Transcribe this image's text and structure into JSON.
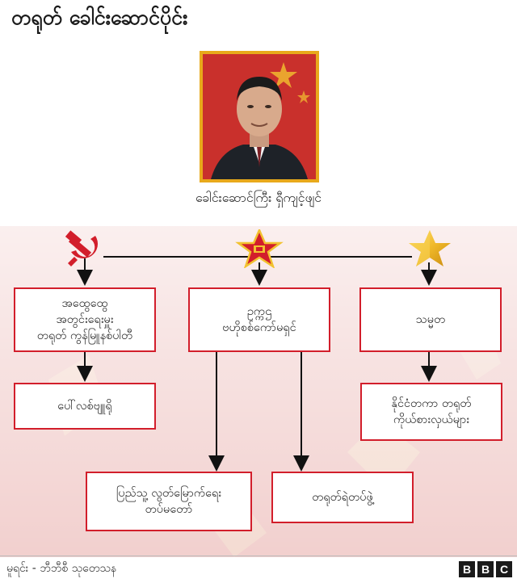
{
  "title": "တရုတ် ခေါင်းဆောင်ပိုင်း",
  "leader": {
    "label": "ခေါင်းဆောင်ကြီး ရှီကျင့်ဖျင်",
    "photo": "leader-portrait"
  },
  "icons": {
    "party": "hammer-sickle-icon",
    "military": "pla-star-icon",
    "state": "gold-star-icon"
  },
  "nodes": {
    "party_congress": "အထွေထွေ\nအတွင်းရေးမှူး\nတရုတ် ကွန်မြူနစ်ပါတီ",
    "military_commission": "ဥက္ကဌ\nဗဟိုစစ်ကော်မရှင်",
    "president": "သမ္မတ",
    "politburo": "ပေါ်လစ်ဗျူရို",
    "pap": "ပြည်သူ့ လွတ်မြောက်ရေး\nတပ်မတော်",
    "pla": "တရုတ်ရဲတပ်ဖွဲ့",
    "state_reps": "နိုင်ငံတကာ တရုတ်\nကိုယ်စားလှယ်များ"
  },
  "source": "မူရင်း - ဘီဘီစီ သုတေသန",
  "brand": [
    "B",
    "B",
    "C"
  ],
  "colors": {
    "accent_red": "#d21e2b",
    "frame_gold": "#e8a91b",
    "flag_red": "#c9302c"
  }
}
